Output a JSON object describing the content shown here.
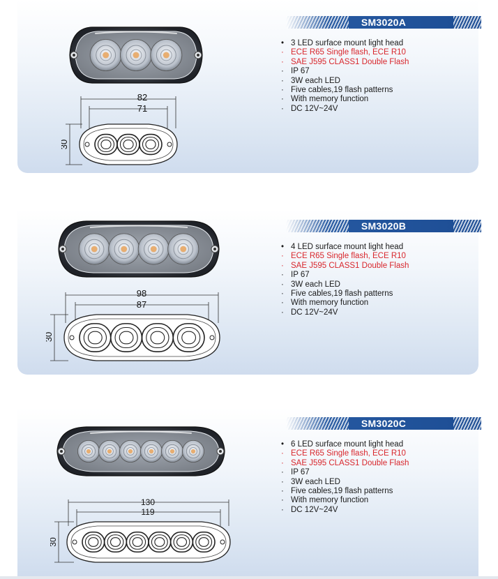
{
  "products": [
    {
      "model": "SM3020A",
      "led_count": 3,
      "dim_outer": "82",
      "dim_inner": "71",
      "dim_height": "30",
      "specs": [
        {
          "text": "3 LED surface mount light head",
          "bullet": "•",
          "highlight": false
        },
        {
          "text": "ECE R65 Single flash, ECE R10",
          "bullet": "·",
          "highlight": true
        },
        {
          "text": "SAE J595 CLASS1 Double Flash",
          "bullet": "·",
          "highlight": true
        },
        {
          "text": "IP 67",
          "bullet": "·",
          "highlight": false
        },
        {
          "text": "3W each LED",
          "bullet": "·",
          "highlight": false
        },
        {
          "text": "Five cables,19 flash patterns",
          "bullet": "·",
          "highlight": false
        },
        {
          "text": "With memory function",
          "bullet": "·",
          "highlight": false
        },
        {
          "text": "DC 12V~24V",
          "bullet": "·",
          "highlight": false
        }
      ]
    },
    {
      "model": "SM3020B",
      "led_count": 4,
      "dim_outer": "98",
      "dim_inner": "87",
      "dim_height": "30",
      "specs": [
        {
          "text": "4 LED surface mount light head",
          "bullet": "•",
          "highlight": false
        },
        {
          "text": "ECE R65 Single flash, ECE R10",
          "bullet": "·",
          "highlight": true
        },
        {
          "text": "SAE J595 CLASS1 Double Flash",
          "bullet": "·",
          "highlight": true
        },
        {
          "text": "IP 67",
          "bullet": "·",
          "highlight": false
        },
        {
          "text": "3W each LED",
          "bullet": "·",
          "highlight": false
        },
        {
          "text": "Five cables,19 flash patterns",
          "bullet": "·",
          "highlight": false
        },
        {
          "text": "With memory function",
          "bullet": "·",
          "highlight": false
        },
        {
          "text": "DC 12V~24V",
          "bullet": "·",
          "highlight": false
        }
      ]
    },
    {
      "model": "SM3020C",
      "led_count": 6,
      "dim_outer": "130",
      "dim_inner": "119",
      "dim_height": "30",
      "specs": [
        {
          "text": "6 LED surface mount light head",
          "bullet": "•",
          "highlight": false
        },
        {
          "text": "ECE R65 Single flash, ECE R10",
          "bullet": "·",
          "highlight": true
        },
        {
          "text": "SAE J595 CLASS1 Double Flash",
          "bullet": "·",
          "highlight": true
        },
        {
          "text": "IP 67",
          "bullet": "·",
          "highlight": false
        },
        {
          "text": "3W each LED",
          "bullet": "·",
          "highlight": false
        },
        {
          "text": "Five cables,19 flash patterns",
          "bullet": "·",
          "highlight": false
        },
        {
          "text": "With memory function",
          "bullet": "·",
          "highlight": false
        },
        {
          "text": "DC 12V~24V",
          "bullet": "·",
          "highlight": false
        }
      ]
    }
  ],
  "colors": {
    "banner_blue": "#2558a0",
    "highlight_red": "#d8262c",
    "led_amber": "#e6a25a"
  }
}
